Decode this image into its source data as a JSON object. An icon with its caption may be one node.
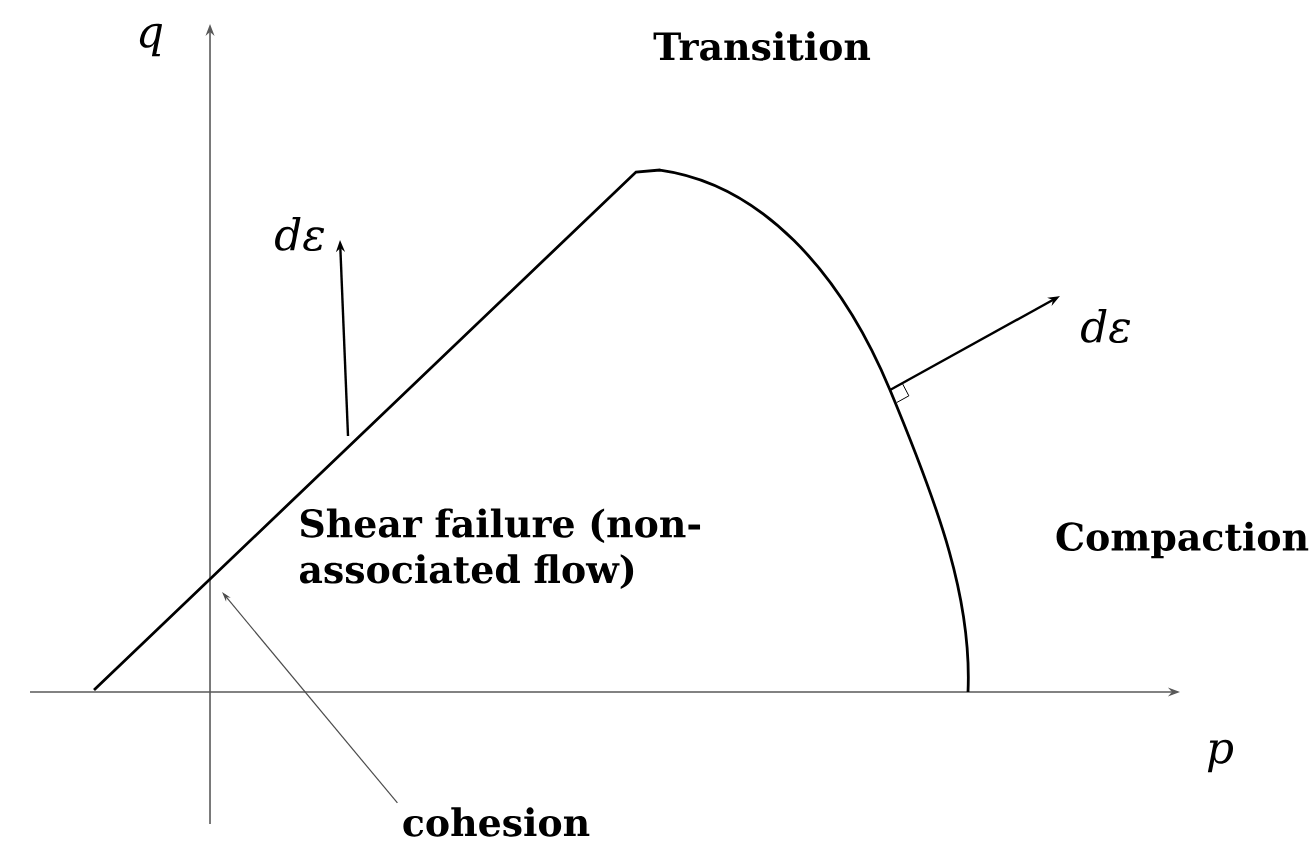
{
  "diagram": {
    "nodes": [
      {
        "text": [
          "cohesion"
        ]
      },
      {
        "text": [],
        "shape": "picture"
      }
    ],
    "edges": [
      {
        "from": 0,
        "to": 1,
        "arrow": "to"
      }
    ],
    "labels": [
      "q",
      "dε",
      "Transition",
      "dε",
      "Compaction",
      "Shear failure (non-associated flow)",
      "p"
    ]
  }
}
